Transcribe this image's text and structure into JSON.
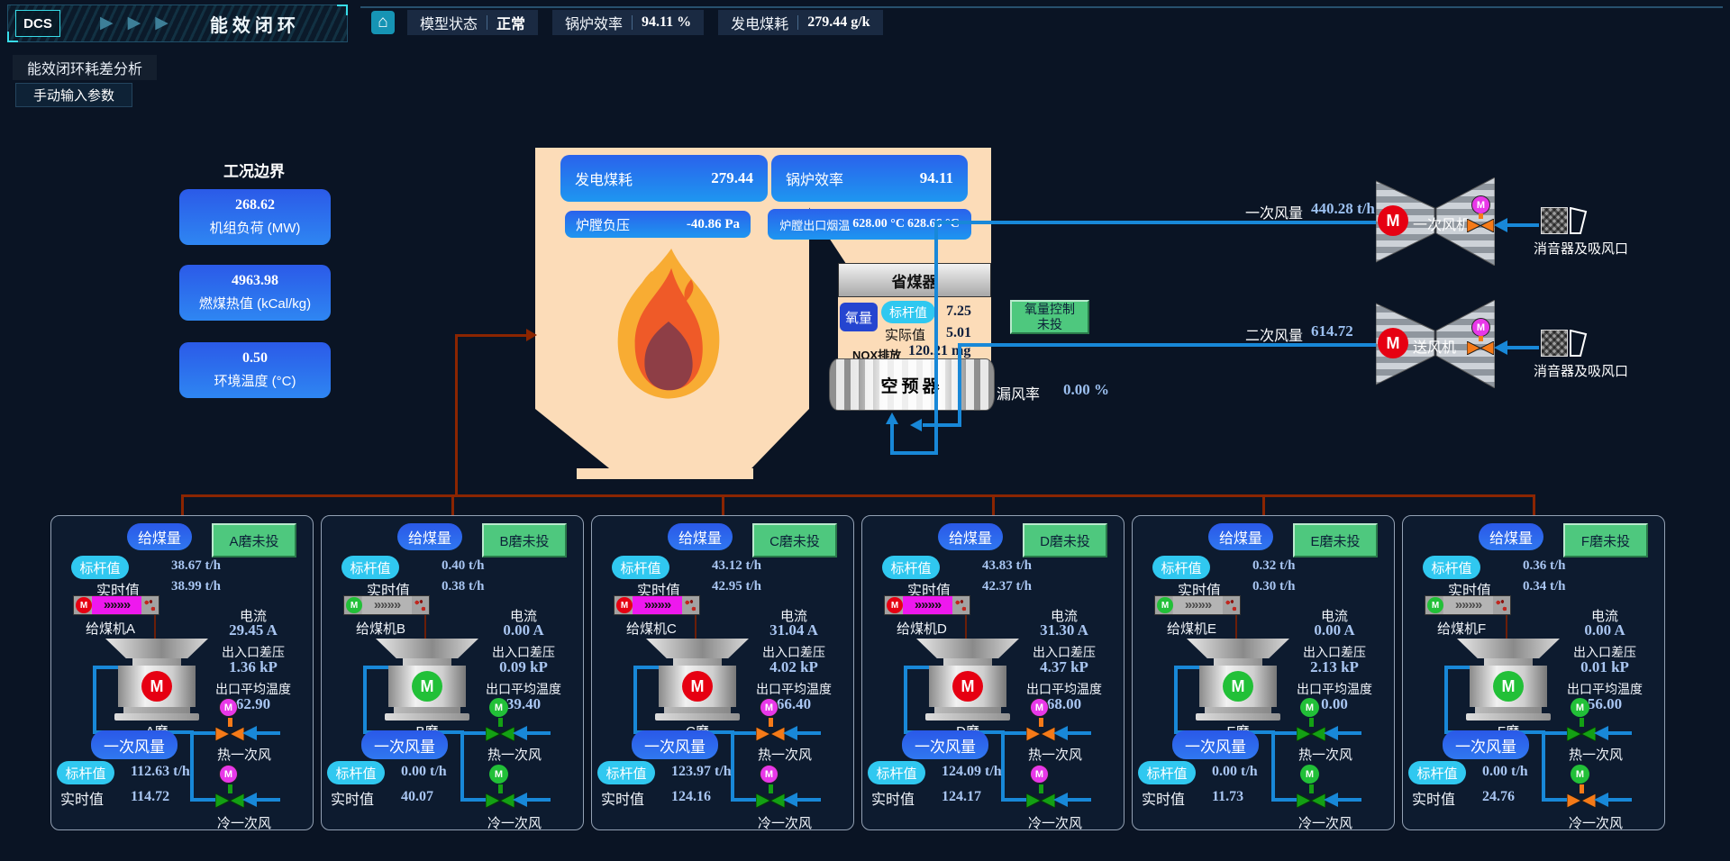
{
  "top_bar": {
    "dcs": "DCS",
    "title": "能效闭环",
    "status_label": "模型状态",
    "status_value": "正常",
    "eff_label": "锅炉效率",
    "eff_value": "94.11 %",
    "coal_label": "发电煤耗",
    "coal_value": "279.44 g/k"
  },
  "left_panel": {
    "analysis": "能效闭环耗差分析",
    "manual": "手动输入参数",
    "boundary": "工况边界",
    "params": [
      {
        "value": "268.62",
        "label": "机组负荷 (MW)"
      },
      {
        "value": "4963.98",
        "label": "燃煤热值 (kCal/kg)"
      },
      {
        "value": "0.50",
        "label": "环境温度 (°C)"
      }
    ]
  },
  "furnace": {
    "coal": {
      "label": "发电煤耗",
      "value": "279.44"
    },
    "eff": {
      "label": "锅炉效率",
      "value": "94.11"
    },
    "pressure": {
      "label": "炉膛负压",
      "value": "-40.86 Pa"
    },
    "outlet": {
      "label": "炉膛出口烟温",
      "v1": "628.00 °C",
      "v2": "628.66 °C"
    }
  },
  "economizer": {
    "title": "省煤器",
    "oxygen": "氧量",
    "std_label": "标杆值",
    "std": "7.25",
    "act_label": "实际值",
    "act": "5.01",
    "nox_label": "NOX排放",
    "nox": "120.21 mg",
    "control": [
      "氧量控制",
      "未投"
    ],
    "preheater": "空预器",
    "leak_label": "漏风率",
    "leak": "0.00 %"
  },
  "fans": [
    {
      "flow_label": "一次风量",
      "flow": "440.28 t/h",
      "name": "一次风机",
      "muffler": "消音器及吸风口"
    },
    {
      "flow_label": "二次风量",
      "flow": "614.72",
      "name": "送风机",
      "muffler": "消音器及吸风口"
    }
  ],
  "mills": {
    "labels": {
      "feed": "给煤量",
      "std": "标杆值",
      "real": "实时值",
      "current": "电流",
      "diff": "出入口差压",
      "temp": "出口平均温度",
      "wind": "一次风量",
      "hot": "热一次风",
      "cold": "冷一次风",
      "motor_letter": "M",
      "belt_chevrons": "»»»»"
    },
    "panels": [
      {
        "status": "A磨未投",
        "feeder": "给煤机A",
        "mill": "A磨",
        "feed_std": "38.67 t/h",
        "feed_real": "38.99 t/h",
        "current": "29.45 A",
        "diff": "1.36 kP",
        "temp": "62.90",
        "wind_std": "112.63 t/h",
        "wind_real": "114.72",
        "belt": "magenta",
        "motor": "red",
        "valve_motor": "magenta",
        "hot_valve": "orange",
        "cold_valve": "green"
      },
      {
        "status": "B磨未投",
        "feeder": "给煤机B",
        "mill": "B磨",
        "feed_std": "0.40 t/h",
        "feed_real": "0.38 t/h",
        "current": "0.00 A",
        "diff": "0.09 kP",
        "temp": "39.40",
        "wind_std": "0.00 t/h",
        "wind_real": "40.07",
        "belt": "gray",
        "motor": "green",
        "valve_motor": "green",
        "hot_valve": "green",
        "cold_valve": "green"
      },
      {
        "status": "C磨未投",
        "feeder": "给煤机C",
        "mill": "C磨",
        "feed_std": "43.12 t/h",
        "feed_real": "42.95 t/h",
        "current": "31.04 A",
        "diff": "4.02 kP",
        "temp": "66.40",
        "wind_std": "123.97 t/h",
        "wind_real": "124.16",
        "belt": "magenta",
        "motor": "red",
        "valve_motor": "magenta",
        "hot_valve": "orange",
        "cold_valve": "green"
      },
      {
        "status": "D磨未投",
        "feeder": "给煤机D",
        "mill": "D磨",
        "feed_std": "43.83 t/h",
        "feed_real": "42.37 t/h",
        "current": "31.30 A",
        "diff": "4.37 kP",
        "temp": "68.00",
        "wind_std": "124.09 t/h",
        "wind_real": "124.17",
        "belt": "magenta",
        "motor": "red",
        "valve_motor": "magenta",
        "hot_valve": "orange",
        "cold_valve": "green"
      },
      {
        "status": "E磨未投",
        "feeder": "给煤机E",
        "mill": "E磨",
        "feed_std": "0.32 t/h",
        "feed_real": "0.30 t/h",
        "current": "0.00 A",
        "diff": "2.13 kP",
        "temp": "0.00",
        "wind_std": "0.00 t/h",
        "wind_real": "11.73",
        "belt": "gray",
        "motor": "green",
        "valve_motor": "green",
        "hot_valve": "green",
        "cold_valve": "green"
      },
      {
        "status": "F磨未投",
        "feeder": "给煤机F",
        "mill": "F磨",
        "feed_std": "0.36 t/h",
        "feed_real": "0.34 t/h",
        "current": "0.00 A",
        "diff": "0.01 kP",
        "temp": "56.00",
        "wind_std": "0.00 t/h",
        "wind_real": "24.76",
        "belt": "gray",
        "motor": "green",
        "valve_motor": "green",
        "hot_valve": "green",
        "cold_valve": "orange"
      }
    ]
  },
  "colors": {
    "accent_blue": "#2e6bf0",
    "cyan_badge": "#30c8f0",
    "green_button": "#4ec87e",
    "status_green": "#2ecc71",
    "furnace_peach": "#fcdcb8",
    "pipe_blue": "#1888d8",
    "pipe_maroon": "#8B2500",
    "value_blue": "#a9c6f2",
    "motor_red": "#e60012",
    "motor_green": "#22c038",
    "motor_magenta": "#e838e8",
    "valve_orange": "#f57a18",
    "valve_green": "#14a014"
  }
}
